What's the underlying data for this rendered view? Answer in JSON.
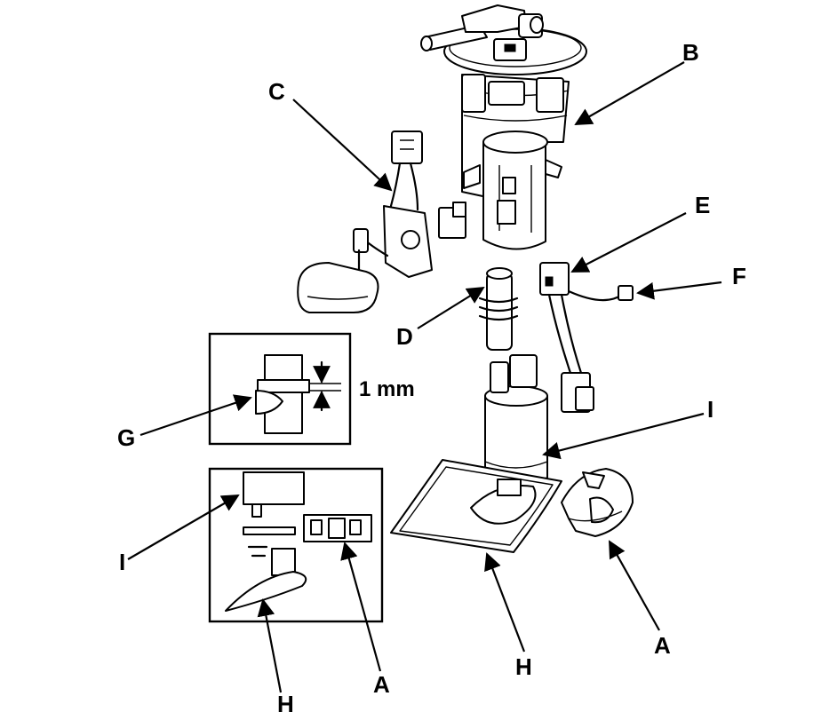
{
  "labels": {
    "A_right": "A",
    "A_inset": "A",
    "B": "B",
    "C": "C",
    "D": "D",
    "E": "E",
    "F": "F",
    "G": "G",
    "H_main": "H",
    "H_inset": "H",
    "I_main": "I",
    "I_inset": "I"
  },
  "dimension": "1 mm",
  "colors": {
    "ink": "#000000",
    "paper": "#ffffff"
  },
  "icons": {
    "arrowhead": "filled-triangle"
  }
}
